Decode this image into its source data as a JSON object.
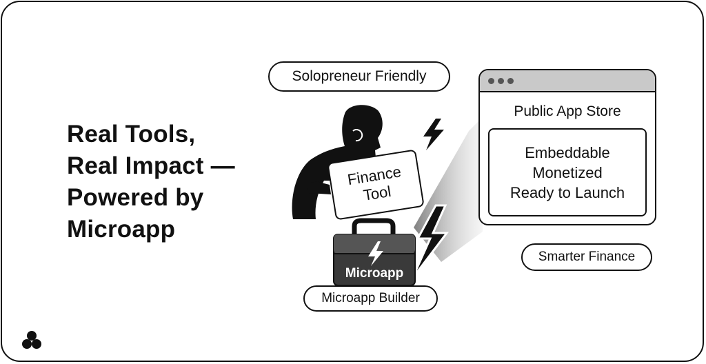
{
  "headline": {
    "line1": "Real Tools,",
    "line2": "Real Impact —",
    "line3": "Powered by",
    "line4": "Microapp"
  },
  "pills": {
    "solopreneur": "Solopreneur Friendly",
    "smarter_finance": "Smarter Finance",
    "builder": "Microapp Builder"
  },
  "sign": {
    "line1": "Finance",
    "line2": "Tool"
  },
  "window": {
    "title": "Public App Store",
    "features": [
      "Embeddable",
      "Monetized",
      "Ready to Launch"
    ]
  },
  "toolbox": {
    "label": "Microapp"
  },
  "icons": {
    "logo": "three-circles-logo-icon",
    "person": "person-silhouette-icon",
    "bolt": "lightning-bolt-icon",
    "toolbox": "toolbox-icon"
  },
  "colors": {
    "ink": "#111111",
    "gray": "#c9c9c9",
    "box": "#3a3a3a"
  }
}
